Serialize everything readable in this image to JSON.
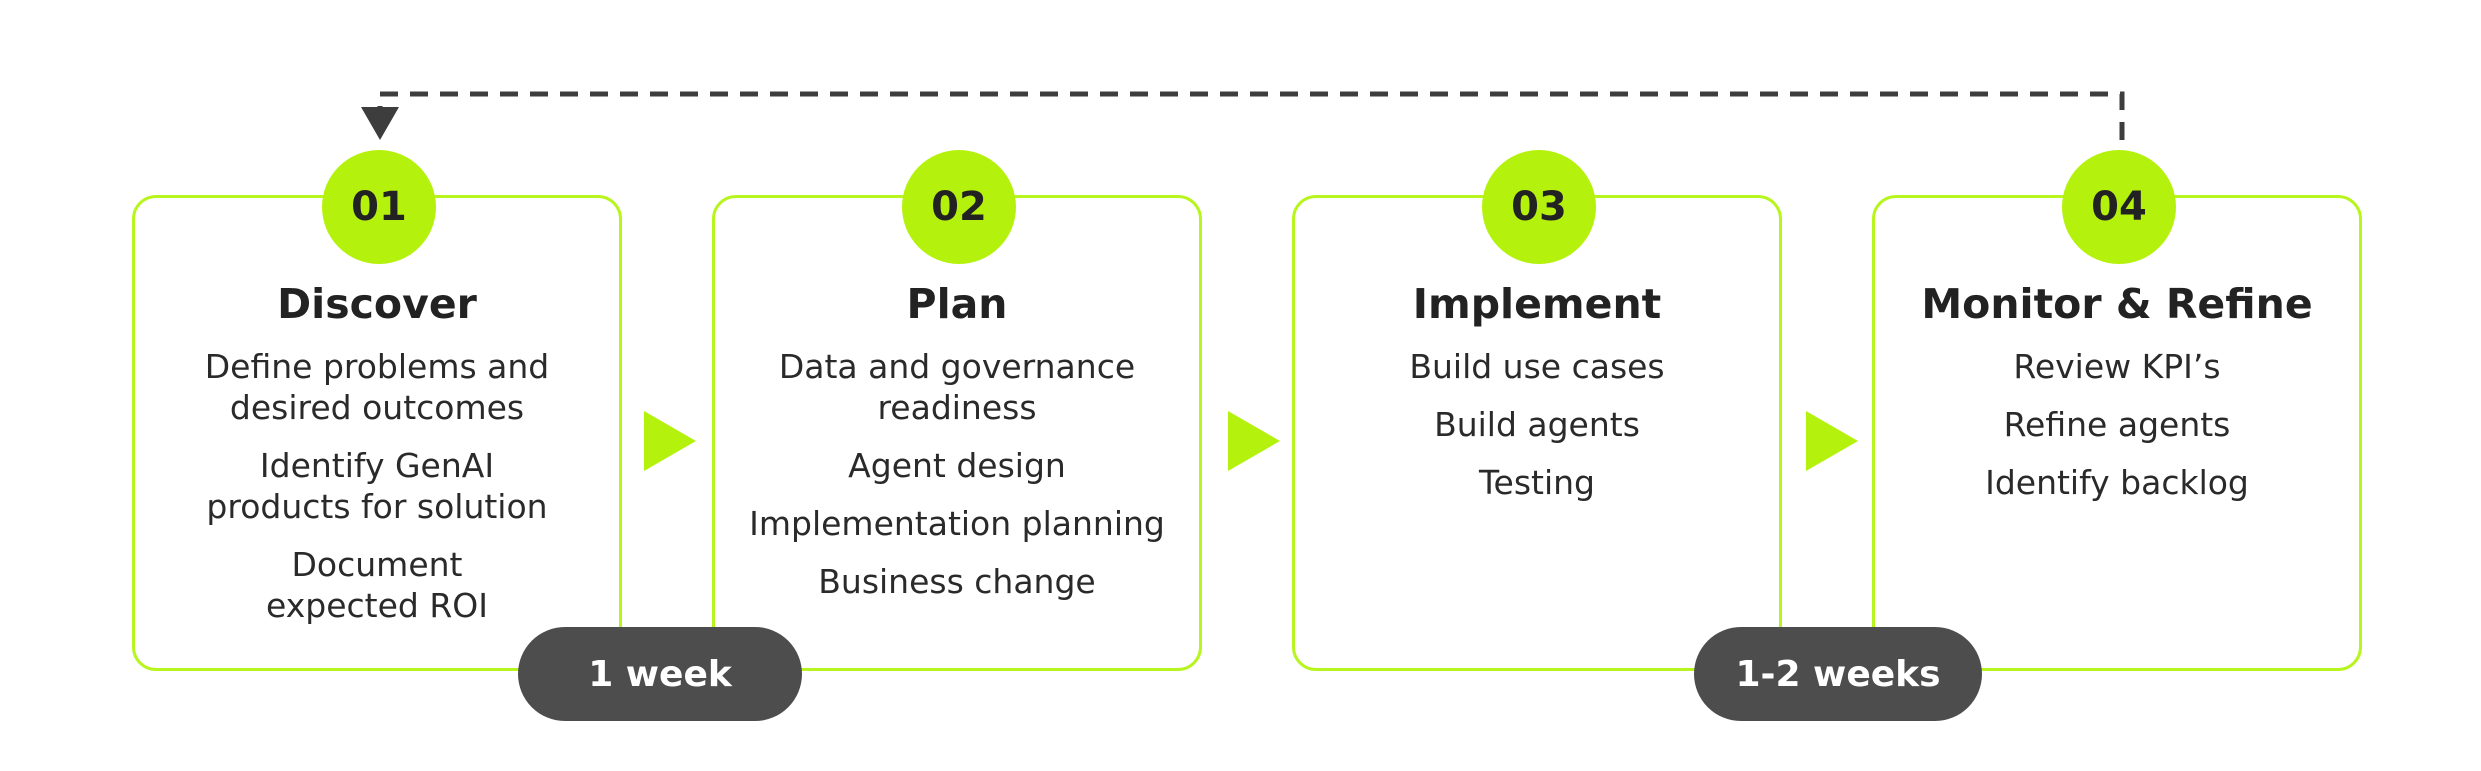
{
  "colors": {
    "accent": "#b4f20d",
    "card_border": "#b8f51f",
    "pill": "#4d4d4d",
    "dash": "#3d3d3d",
    "text": "#222222"
  },
  "steps": [
    {
      "number": "01",
      "title": "Discover",
      "items": [
        "Define problems and desired outcomes",
        "Identify GenAI products for solution",
        "Document expected ROI"
      ]
    },
    {
      "number": "02",
      "title": "Plan",
      "items": [
        "Data and governance readiness",
        "Agent design",
        "Implementation planning",
        "Business change"
      ]
    },
    {
      "number": "03",
      "title": "Implement",
      "items": [
        "Build use cases",
        "Build agents",
        "Testing"
      ]
    },
    {
      "number": "04",
      "title": "Monitor & Refine",
      "items": [
        "Review KPI’s",
        "Refine agents",
        "Identify backlog"
      ]
    }
  ],
  "durations": [
    "1 week",
    "1-2 weeks"
  ],
  "icons": {
    "flow_arrow": "play-triangle-icon",
    "loop_arrow": "dashed-loop-arrow"
  }
}
